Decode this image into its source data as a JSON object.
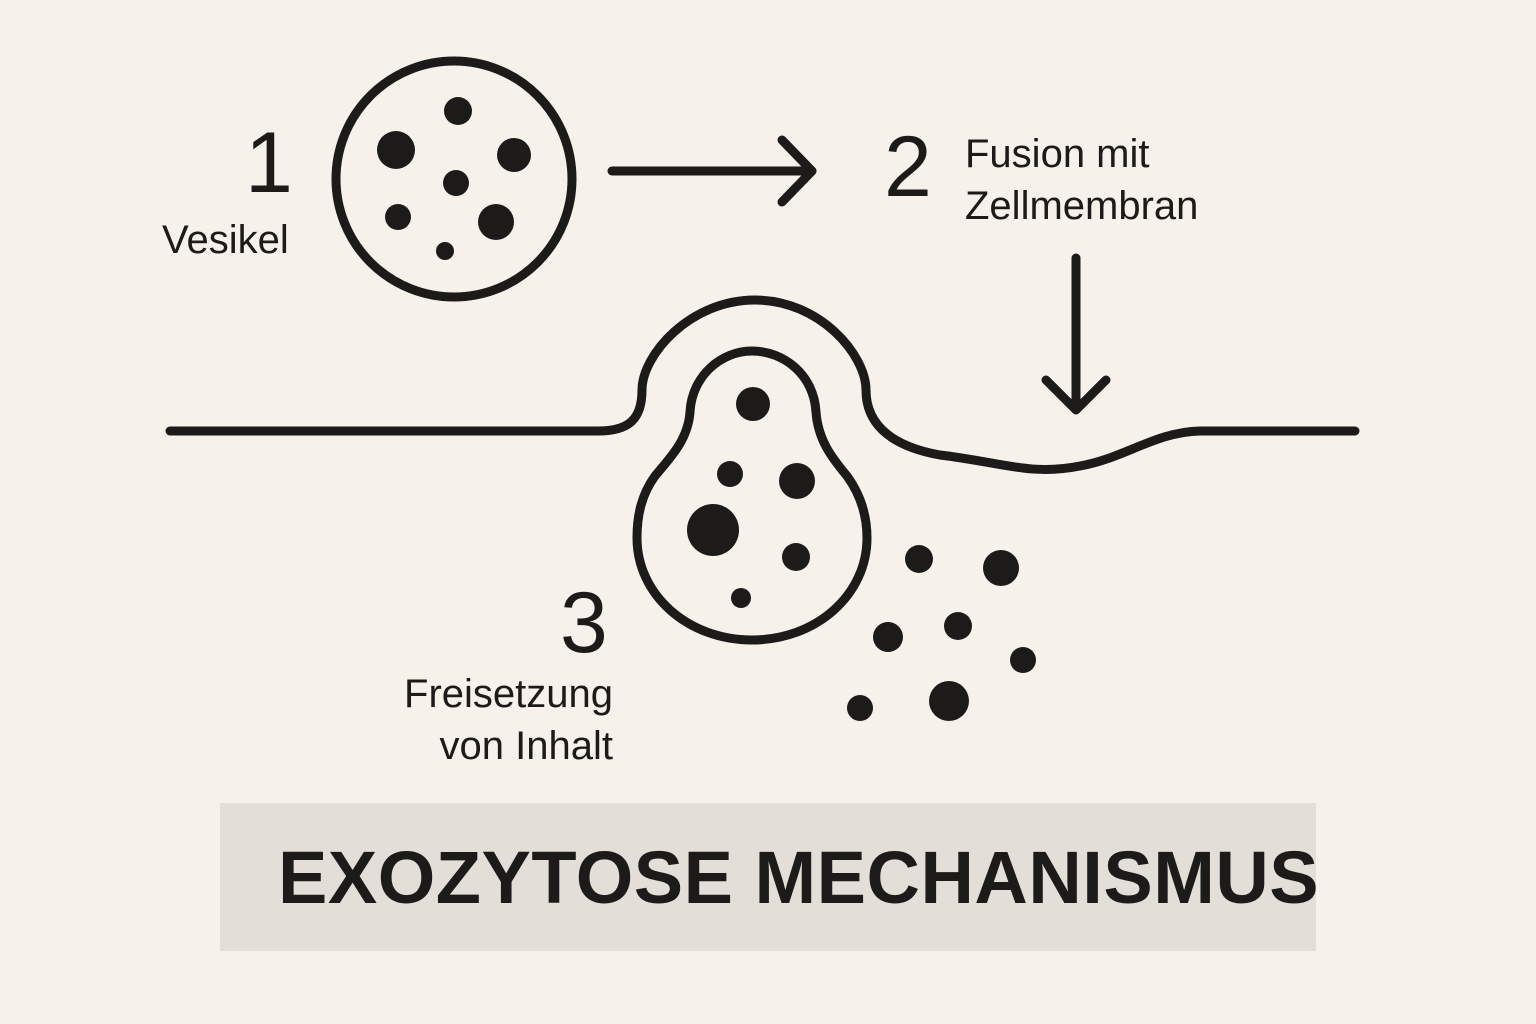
{
  "title": "EXOZYTOSE MECHANISMUS",
  "steps": [
    {
      "number": "1",
      "label_lines": [
        "Vesikel"
      ]
    },
    {
      "number": "2",
      "label_lines": [
        "Fusion mit",
        "Zellmembran"
      ]
    },
    {
      "number": "3",
      "label_lines": [
        "Freisetzung",
        "von Inhalt"
      ]
    }
  ],
  "colors": {
    "background": "#f6f1ea",
    "ink": "#1c1b19",
    "title_box": "#e3ded8"
  }
}
